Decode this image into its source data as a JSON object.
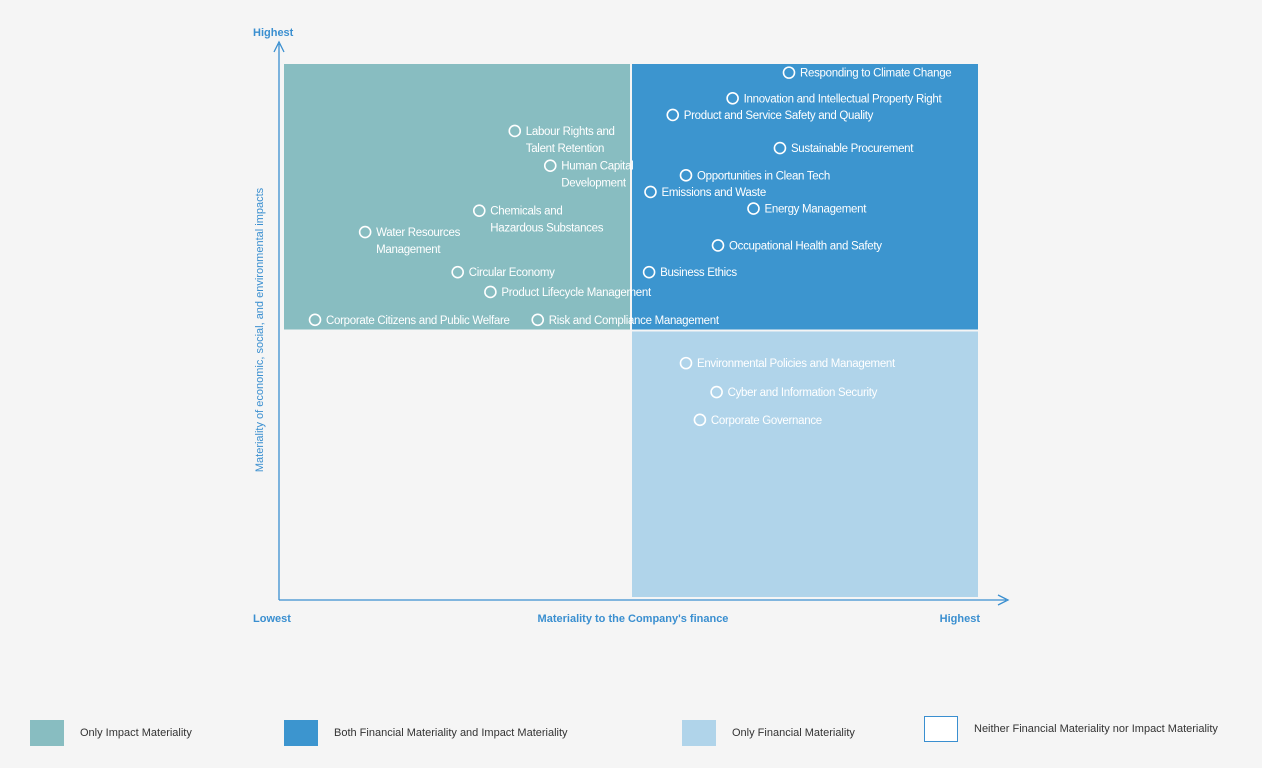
{
  "chart_data": {
    "type": "scatter",
    "xlabel": "Materiality to the Company's finance",
    "ylabel": "Materiality of economic, social, and environmental impacts",
    "x_ticks": {
      "low": "Lowest",
      "high": "Highest"
    },
    "y_ticks": {
      "high": "Highest"
    },
    "xlim": [
      0,
      100
    ],
    "ylim": [
      0,
      100
    ],
    "grid": false,
    "legend_position": "bottom",
    "quadrants": [
      {
        "name": "Only Impact Materiality",
        "color": "#88bdc1",
        "x": [
          0,
          50
        ],
        "y": [
          50,
          100
        ]
      },
      {
        "name": "Both Financial Materiality and Impact Materiality",
        "color": "#3c95cf",
        "x": [
          50,
          100
        ],
        "y": [
          50,
          100
        ]
      },
      {
        "name": "Only Financial Materiality",
        "color": "#b0d4ea",
        "x": [
          50,
          100
        ],
        "y": [
          0,
          50
        ]
      },
      {
        "name": "Neither Financial Materiality nor Impact Materiality",
        "color": "#ffffff",
        "x": [
          0,
          50
        ],
        "y": [
          0,
          50
        ]
      }
    ],
    "points": [
      {
        "lines": [
          "Responding to Climate Change"
        ],
        "x": 72.7,
        "y": 98.2
      },
      {
        "lines": [
          "Innovation and Intellectual Property Right"
        ],
        "x": 64.6,
        "y": 93.4
      },
      {
        "lines": [
          "Product and Service Safety and Quality"
        ],
        "x": 56.0,
        "y": 90.3
      },
      {
        "lines": [
          "Labour Rights and",
          "Talent Retention"
        ],
        "x": 33.3,
        "y": 87.3
      },
      {
        "lines": [
          "Sustainable Procurement"
        ],
        "x": 71.4,
        "y": 84.1
      },
      {
        "lines": [
          "Human Capital",
          "Development"
        ],
        "x": 38.4,
        "y": 80.8
      },
      {
        "lines": [
          "Opportunities in Clean Tech"
        ],
        "x": 57.9,
        "y": 79.0
      },
      {
        "lines": [
          "Emissions and Waste"
        ],
        "x": 52.8,
        "y": 75.9
      },
      {
        "lines": [
          "Energy Management"
        ],
        "x": 67.6,
        "y": 72.8
      },
      {
        "lines": [
          "Chemicals and",
          "Hazardous Substances"
        ],
        "x": 28.2,
        "y": 72.4
      },
      {
        "lines": [
          "Water Resources",
          "Management"
        ],
        "x": 11.8,
        "y": 68.4
      },
      {
        "lines": [
          "Occupational Health and Safety"
        ],
        "x": 62.5,
        "y": 65.9
      },
      {
        "lines": [
          "Circular Economy"
        ],
        "x": 25.1,
        "y": 60.9
      },
      {
        "lines": [
          "Business Ethics"
        ],
        "x": 52.6,
        "y": 60.9
      },
      {
        "lines": [
          "Product Lifecycle Management"
        ],
        "x": 29.8,
        "y": 57.2
      },
      {
        "lines": [
          "Corporate Citizens and Public Welfare"
        ],
        "x": 4.6,
        "y": 52.0
      },
      {
        "lines": [
          "Risk and Compliance Management"
        ],
        "x": 36.6,
        "y": 52.0
      },
      {
        "lines": [
          "Environmental Policies and Management"
        ],
        "x": 57.9,
        "y": 43.9
      },
      {
        "lines": [
          "Cyber and Information Security"
        ],
        "x": 62.3,
        "y": 38.5
      },
      {
        "lines": [
          "Corporate Governance"
        ],
        "x": 59.9,
        "y": 33.3
      }
    ]
  },
  "legend": [
    {
      "label": "Only Impact Materiality",
      "color": "#88bdc1"
    },
    {
      "label": "Both Financial Materiality and Impact Materiality",
      "color": "#3c95cf"
    },
    {
      "label": "Only Financial Materiality",
      "color": "#b0d4ea"
    },
    {
      "label": "Neither Financial Materiality nor Impact Materiality",
      "color": "#ffffff"
    }
  ]
}
